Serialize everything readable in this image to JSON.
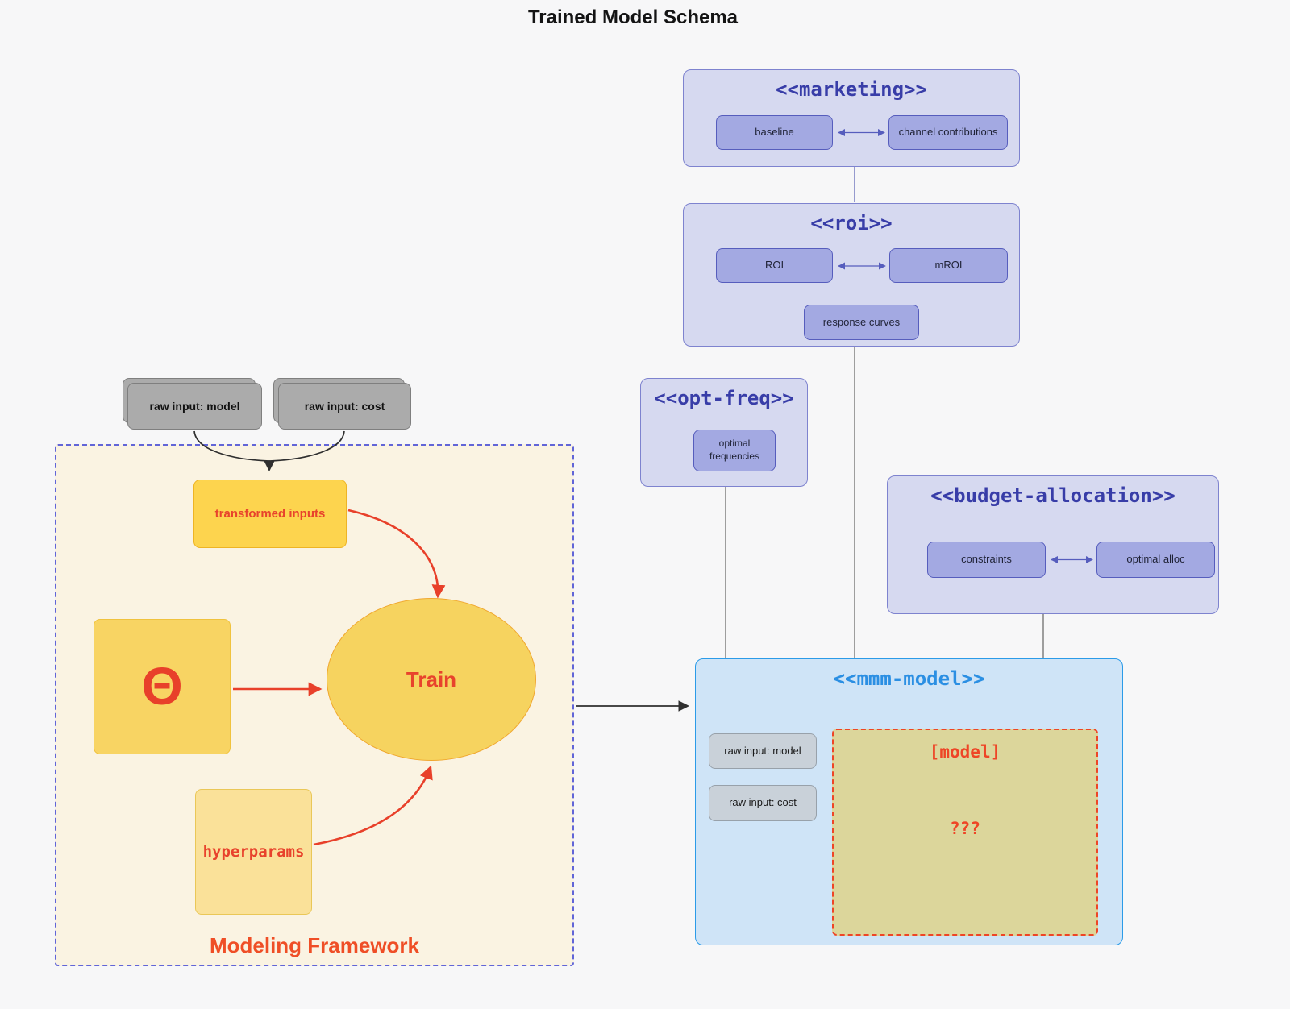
{
  "page": {
    "title": "Trained Model Schema"
  },
  "clusters": {
    "marketing": {
      "title": "<<marketing>>",
      "baseline": "baseline",
      "channel": "channel contributions"
    },
    "roi": {
      "title": "<<roi>>",
      "roi": "ROI",
      "mroi": "mROI",
      "response": "response curves"
    },
    "opt_freq": {
      "title": "<<opt-freq>>",
      "optimal": "optimal frequencies"
    },
    "budget": {
      "title": "<<budget-allocation>>",
      "constraints": "constraints",
      "optimal_alloc": "optimal alloc"
    },
    "mmm": {
      "title": "<<mmm-model>>",
      "raw_model": "raw input: model",
      "raw_cost": "raw input: cost",
      "model_label": "[model]",
      "model_placeholder": "???"
    },
    "framework": {
      "label": "Modeling Framework",
      "transformed": "transformed inputs",
      "theta": "Θ",
      "train": "Train",
      "hyperparams": "hyperparams"
    }
  },
  "external_inputs": {
    "raw_model": "raw input: model",
    "raw_cost": "raw input: cost"
  },
  "colors": {
    "background": "#f7f7f8",
    "cluster_purple_fill": "#d6d9f0",
    "cluster_purple_border": "#7e83cf",
    "cluster_purple_title": "#383da8",
    "node_purple_fill": "#a3a9e2",
    "node_purple_border": "#565dbd",
    "mmm_fill": "#cfe4f7",
    "mmm_border": "#2b9be8",
    "mmm_title": "#2b8fe3",
    "model_box_fill": "#dcd69b",
    "red_accent": "#e8432c",
    "framework_fill": "#faf3e2",
    "framework_border": "#6165d8",
    "yellow_node_fill": "#fdd44e",
    "theta_node_fill": "#f8d463",
    "hyperparams_fill": "#fae199",
    "gray_input_fill": "#ababab",
    "gray_mmm_node_fill": "#c9d1d9",
    "edge_gray": "#808080",
    "edge_black": "#2f2f2f",
    "edge_purple": "#7d82c4"
  }
}
